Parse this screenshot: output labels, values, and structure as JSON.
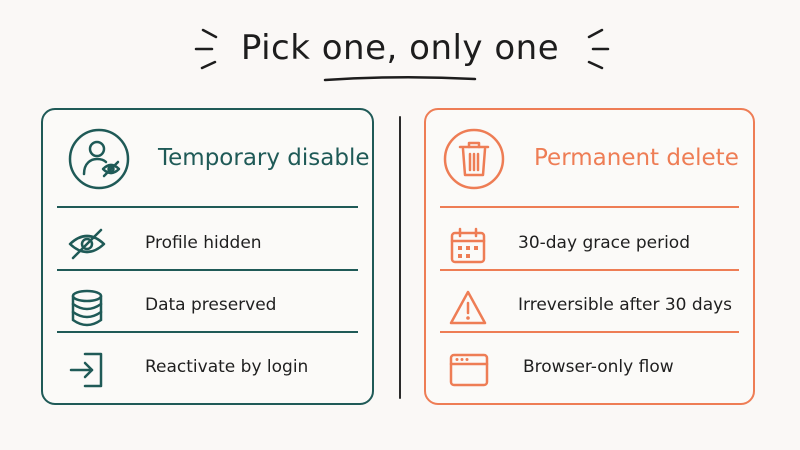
{
  "title": "Pick one, only one",
  "colors": {
    "teal": "#1f5a57",
    "orange": "#ee7d55",
    "ink": "#1f1f1f",
    "background": "#faf8f6"
  },
  "left_card": {
    "title": "Temporary disable",
    "icon": "user-eye-icon",
    "rows": [
      {
        "icon": "eye-off-icon",
        "label": "Profile hidden"
      },
      {
        "icon": "database-icon",
        "label": "Data preserved"
      },
      {
        "icon": "login-icon",
        "label": "Reactivate by login"
      }
    ]
  },
  "right_card": {
    "title": "Permanent delete",
    "icon": "trash-icon",
    "rows": [
      {
        "icon": "calendar-icon",
        "label": "30-day grace period"
      },
      {
        "icon": "warning-icon",
        "label": "Irreversible after 30 days"
      },
      {
        "icon": "browser-window-icon",
        "label": "Browser-only flow"
      }
    ]
  }
}
